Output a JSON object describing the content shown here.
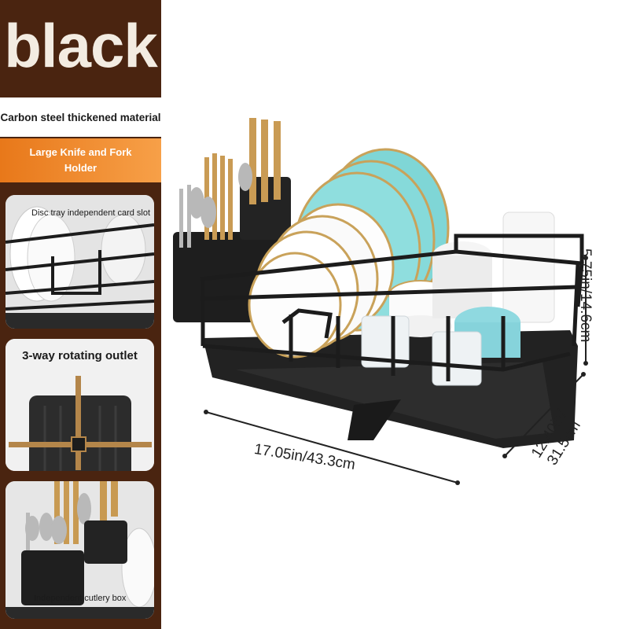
{
  "color_title": "black",
  "features": {
    "material": "Carbon steel thickened material",
    "knife_fork": "Large Knife and Fork Holder",
    "panel_disc_tray": "Disc tray independent card slot",
    "panel_outlet": "3-way rotating outlet",
    "panel_cutlery": "Independent cutlery box"
  },
  "dimensions": {
    "width": "17.05in/43.3cm",
    "height": "5.75in/14.6cm",
    "depth_in": "12.40in/",
    "depth_cm": "31.5cm"
  },
  "colors": {
    "sidebar": "#4a2410",
    "accent_orange": "#f28b2a",
    "rack_black": "#1c1c1c",
    "plate_teal": "#7fd6d6"
  }
}
